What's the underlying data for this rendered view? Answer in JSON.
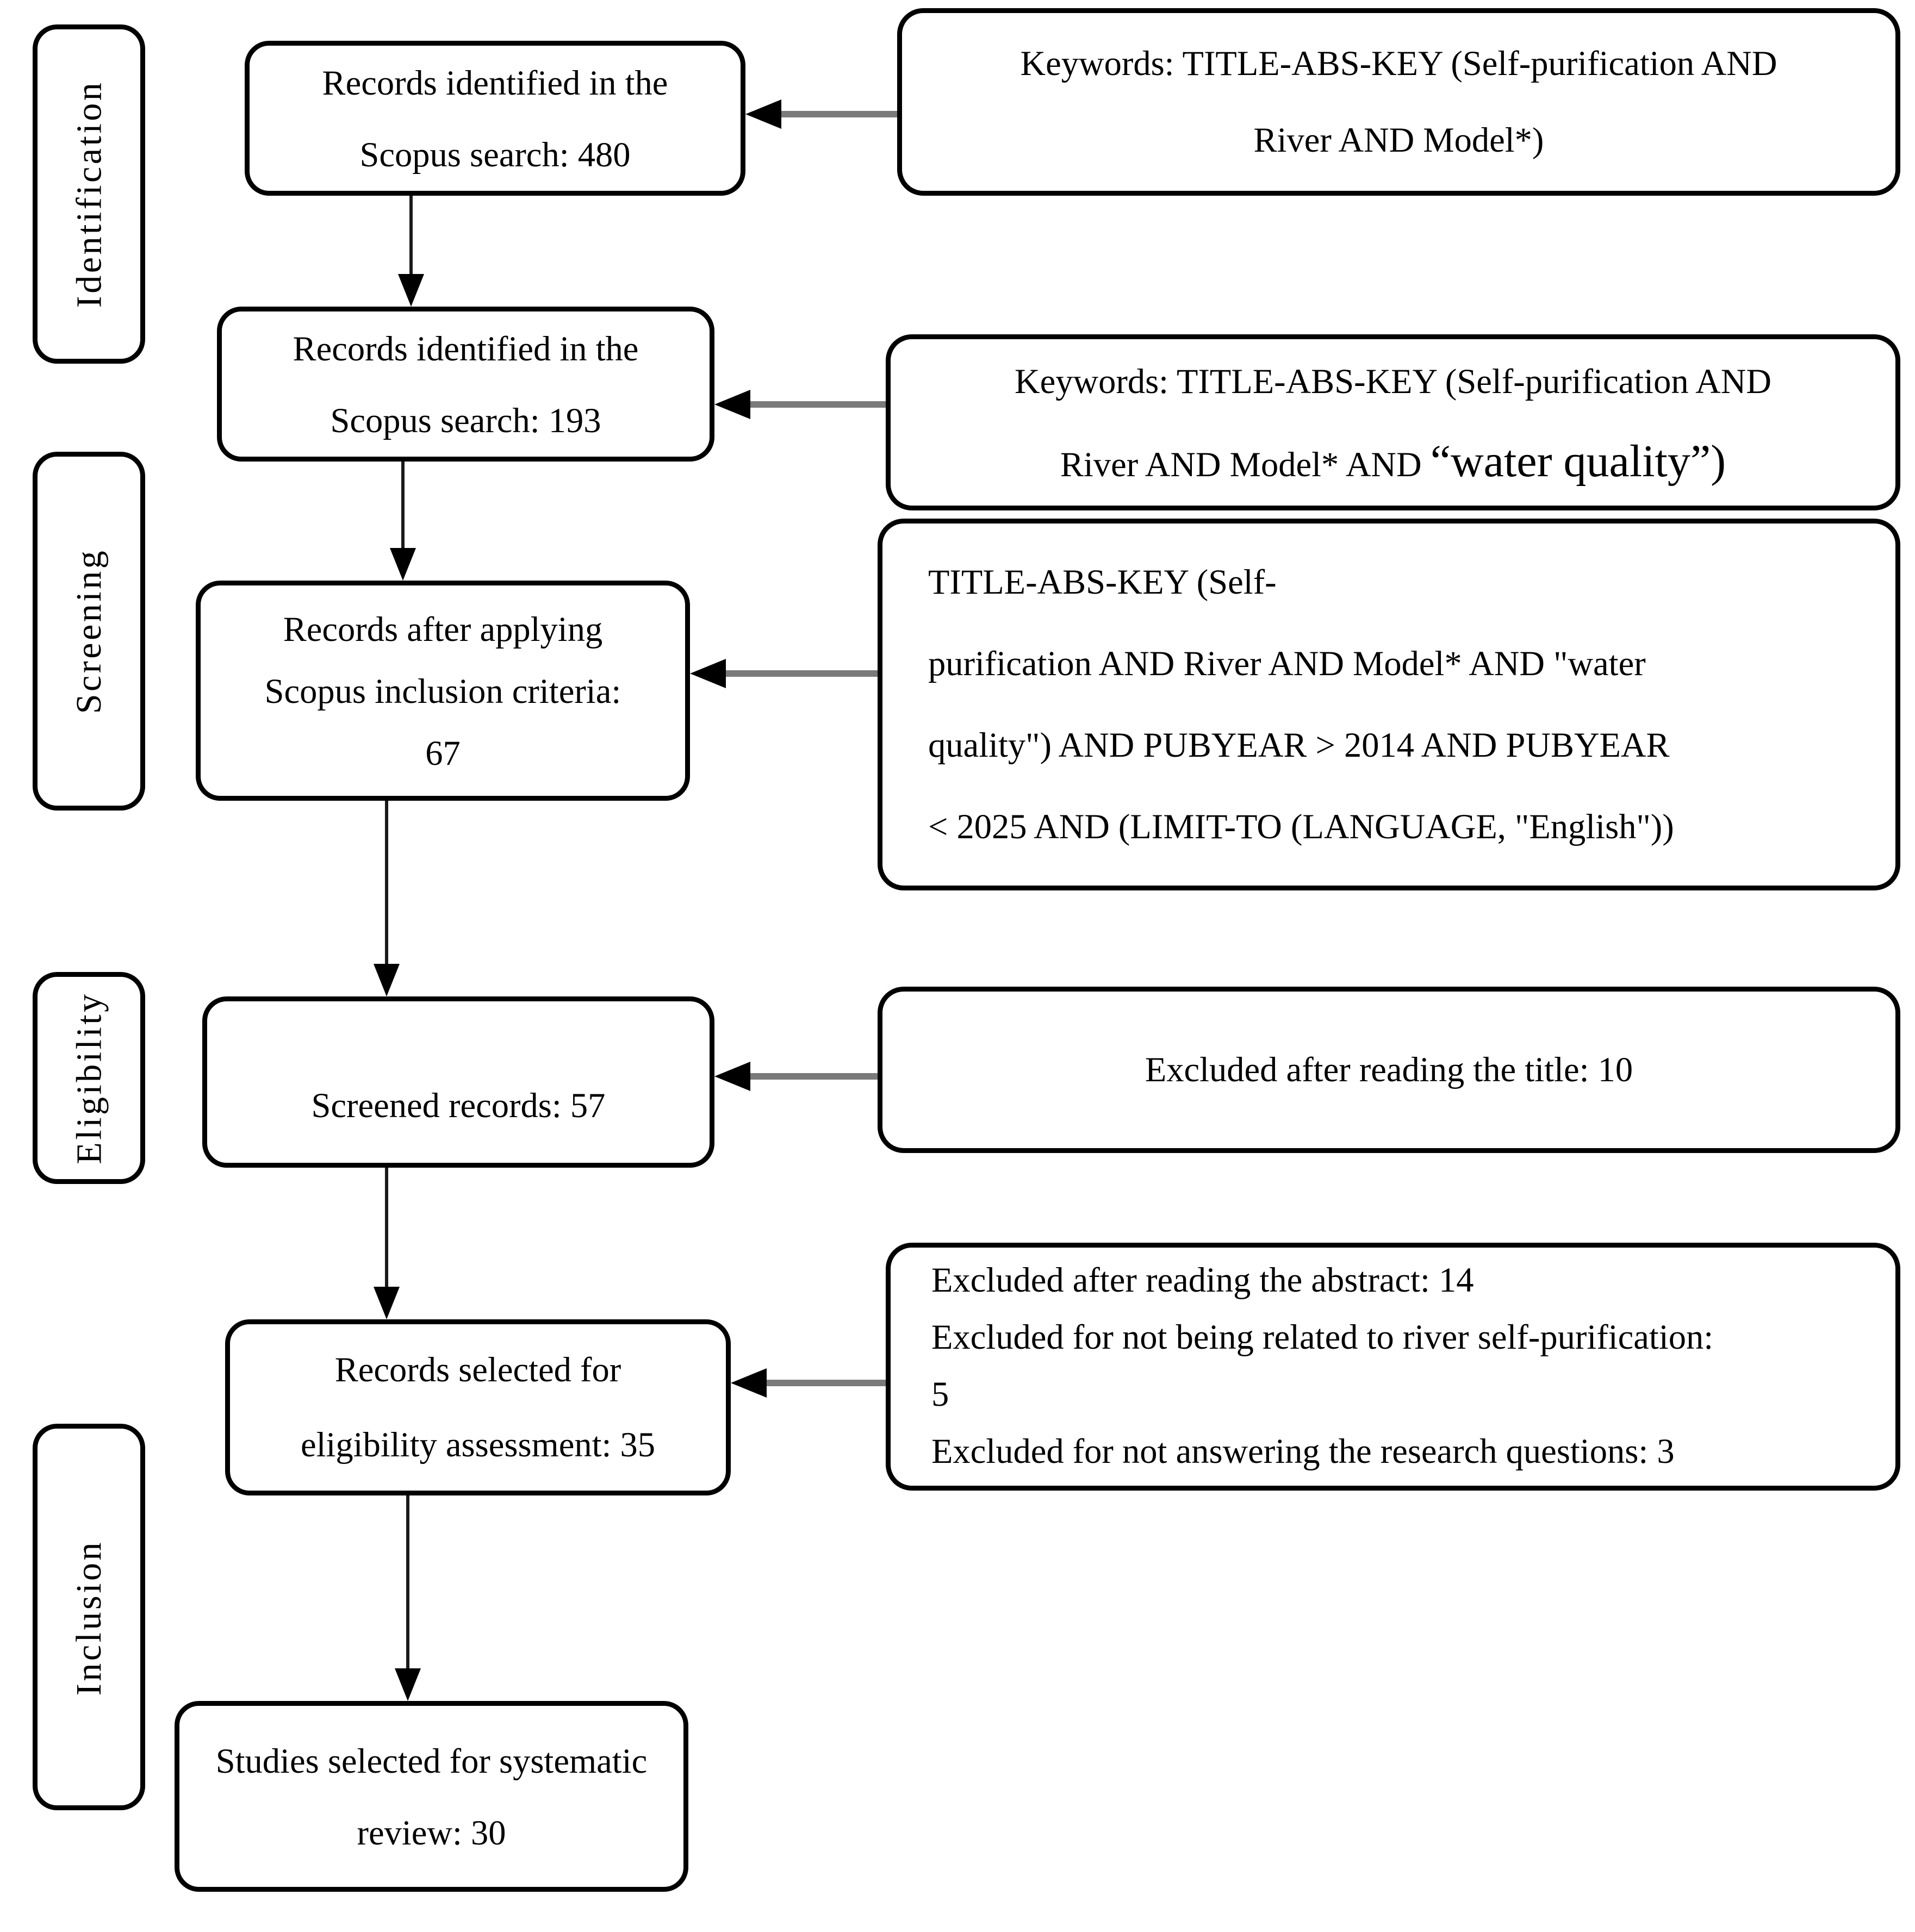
{
  "stages": {
    "identification": "Identification",
    "screening": "Screening",
    "eligibility": "Eligibility",
    "inclusion": "Inclusion"
  },
  "flow_boxes": {
    "box1": {
      "line1": "Records identified in the",
      "line2": "Scopus search: 480"
    },
    "box2": {
      "line1": "Records identified in the",
      "line2": "Scopus search: 193"
    },
    "box3": {
      "line1": "Records after applying",
      "line2": "Scopus inclusion criteria:",
      "line3": "67"
    },
    "box4": {
      "line1": "Screened records: 57"
    },
    "box5": {
      "line1": "Records selected for",
      "line2": "eligibility assessment: 35"
    },
    "box6": {
      "line1": "Studies selected for systematic",
      "line2": "review: 30"
    }
  },
  "note_boxes": {
    "keywords1": {
      "line1": "Keywords: TITLE-ABS-KEY (Self-purification AND",
      "line2": "River AND Model*)"
    },
    "keywords2": {
      "line1": "Keywords: TITLE-ABS-KEY (Self-purification AND",
      "line2_prefix": "River AND Model* AND ",
      "line2_emphasis": "“water quality”)"
    },
    "criteria": {
      "line1": "TITLE-ABS-KEY (Self-",
      "line2": "purification AND River AND Model* AND \"water",
      "line3": "quality\") AND PUBYEAR > 2014 AND PUBYEAR",
      "line4": "< 2025 AND (LIMIT-TO (LANGUAGE, \"English\"))"
    },
    "excluded_title": {
      "line1": "Excluded after reading the title: 10"
    },
    "excluded_detail": {
      "line1": "Excluded after reading the abstract: 14",
      "line2": "Excluded for not being related to river self-purification:",
      "line3": "5",
      "line4": "Excluded for not answering the research questions: 3"
    }
  },
  "colors": {
    "border": "#000000",
    "background": "#ffffff",
    "text": "#000000",
    "arrow_shaft": "#7a7a7a",
    "arrow_head": "#000000"
  }
}
